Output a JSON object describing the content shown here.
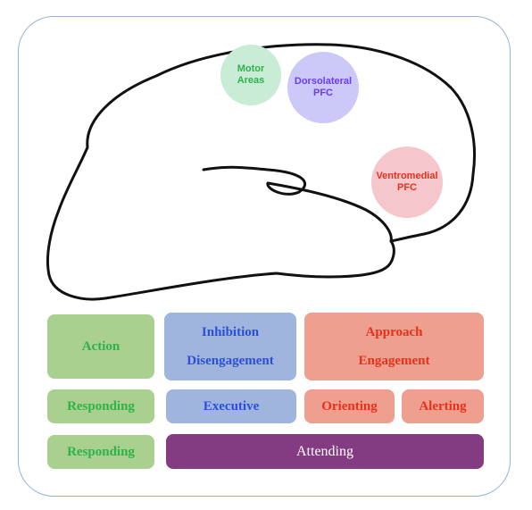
{
  "regions": {
    "motor": "Motor Areas",
    "dorsolateral": "Dorsolateral PFC",
    "ventromedial": "Ventromedial PFC"
  },
  "rows": {
    "top": {
      "action": "Action",
      "inhibition": "Inhibition",
      "disengagement": "Disengagement",
      "approach": "Approach",
      "engagement": "Engagement"
    },
    "middle": {
      "responding": "Responding",
      "executive": "Executive",
      "orienting": "Orienting",
      "alerting": "Alerting"
    },
    "bottom": {
      "responding": "Responding",
      "attending": "Attending"
    }
  },
  "colors": {
    "green": "#a9d08e",
    "blue": "#9fb5de",
    "red": "#ef9f90",
    "purple": "#833c82",
    "motor_circle": "#c8ecd5",
    "dorsolateral_circle": "#ccc8f8",
    "ventromedial_circle": "#f5c6cb"
  }
}
